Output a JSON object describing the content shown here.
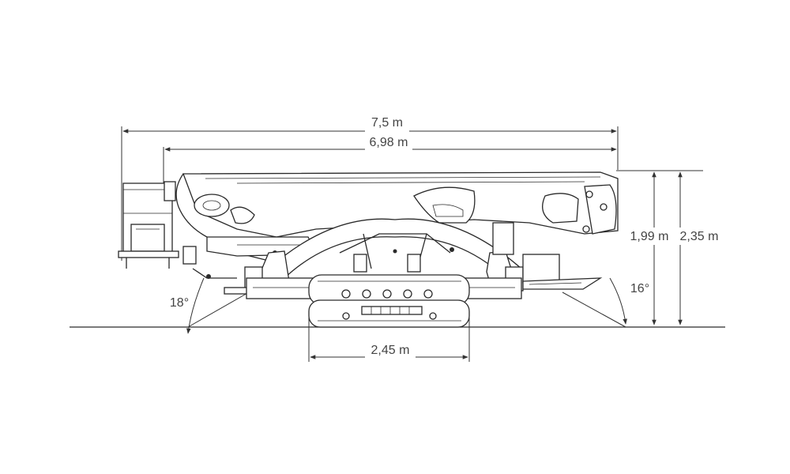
{
  "dimensions": {
    "overall_length": "7,5 m",
    "boom_length": "6,98 m",
    "height_stowed": "1,99 m",
    "height_total": "2,35 m",
    "track_width": "2,45 m",
    "angle_front": "18°",
    "angle_rear": "16°"
  },
  "colors": {
    "line": "#2a2a2a",
    "text": "#444444",
    "background": "#ffffff"
  }
}
